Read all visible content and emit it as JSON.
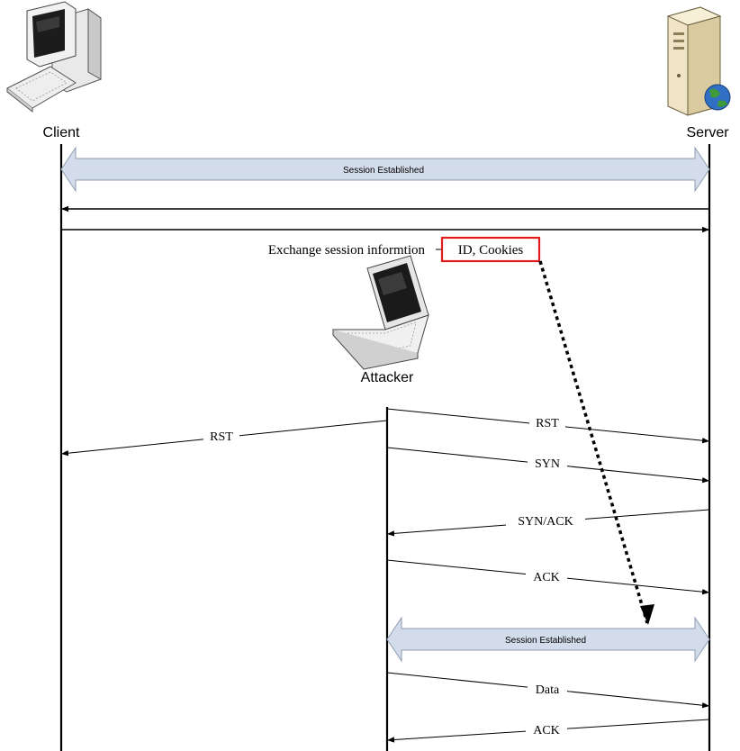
{
  "actors": {
    "client": "Client",
    "server": "Server",
    "attacker": "Attacker"
  },
  "bands": {
    "top": "Session Established",
    "bottom": "Session Established"
  },
  "exchange": {
    "prefix": "Exchange session informtion",
    "highlight": "ID, Cookies"
  },
  "messages": [
    {
      "label": "RST",
      "from": "attacker",
      "to": "client"
    },
    {
      "label": "RST",
      "from": "attacker",
      "to": "server"
    },
    {
      "label": "SYN",
      "from": "attacker",
      "to": "server"
    },
    {
      "label": "SYN/ACK",
      "from": "server",
      "to": "attacker"
    },
    {
      "label": "ACK",
      "from": "attacker",
      "to": "server"
    },
    {
      "label": "Data",
      "from": "attacker",
      "to": "server"
    },
    {
      "label": "ACK",
      "from": "server",
      "to": "attacker"
    }
  ],
  "colors": {
    "band_fill": "#d3dcea",
    "band_stroke": "#8e9bb2",
    "highlight_box": "#e01b1b",
    "line": "#000000"
  }
}
